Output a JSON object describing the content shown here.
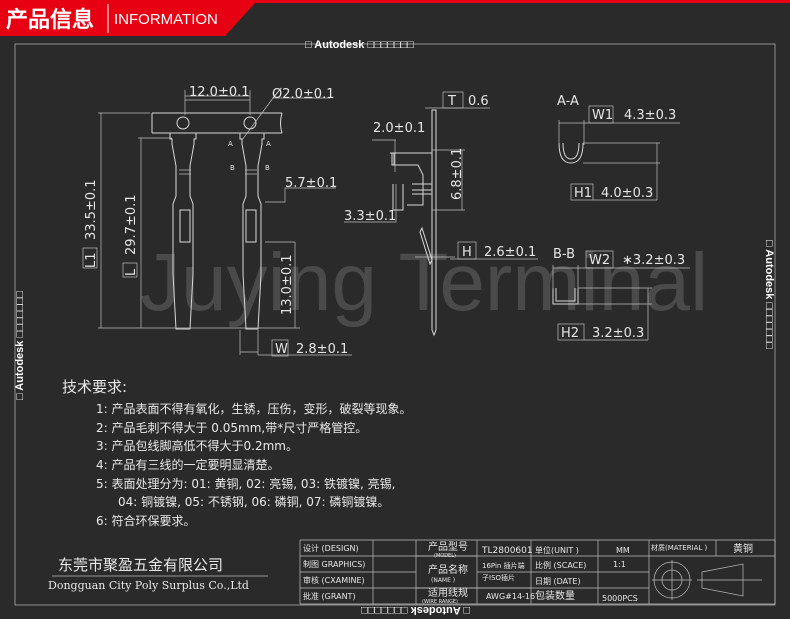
{
  "header": {
    "title_cn": "产品信息",
    "title_en": "INFORMATION",
    "accent_color": "#e60012"
  },
  "watermark": "Juying Terminal",
  "autodesk_stamp": "□ Autodesk □□□□□□□",
  "drawing": {
    "front": {
      "pitch": "12.0±0.1",
      "hole": "Ø2.0±0.1",
      "l1_tag": "L1",
      "l1": "33.5±0.1",
      "l_tag": "L",
      "l": "29.7±0.1",
      "d57": "5.7±0.1",
      "d130": "13.0±0.1",
      "w_tag": "W",
      "w": "2.8±0.1",
      "sec_a": "A",
      "sec_b": "B"
    },
    "side": {
      "t_tag": "T",
      "t": "0.6",
      "d20": "2.0±0.1",
      "d68": "6.8±0.1",
      "d33": "3.3±0.1",
      "h_tag": "H",
      "h": "2.6±0.1"
    },
    "section_aa": {
      "title": "A-A",
      "w1_tag": "W1",
      "w1": "4.3±0.3",
      "h1_tag": "H1",
      "h1": "4.0±0.3"
    },
    "section_bb": {
      "title": "B-B",
      "w2_tag": "W2",
      "w2": "∗3.2±0.3",
      "h2_tag": "H2",
      "h2": "3.2±0.3"
    }
  },
  "requirements": {
    "title": "技术要求:",
    "items": [
      "1: 产品表面不得有氧化，生锈，压伤，变形，破裂等现象。",
      "2: 产品毛刺不得大于 0.05mm,带*尺寸严格管控。",
      "3: 产品包线脚高低不得大于0.2mm。",
      "4: 产品有三线的一定要明显清楚。",
      "5: 表面处理分为: 01: 黄铜, 02: 亮锡, 03: 铁镀镍, 亮锡,",
      "04: 铜镀镍, 05: 不锈钢, 06: 磷铜, 07: 磷铜镀镍。",
      "6: 符合环保要求。"
    ]
  },
  "company": {
    "name_cn": "东莞市聚盈五金有限公司",
    "name_en": "Dongguan City Poly Surplus Co.,Ltd"
  },
  "title_block": {
    "design": "设计 (DESIGN)",
    "graphics": "制图 GRAPHICS)",
    "examine": "审核 (CXAMINE)",
    "grant": "批准 (GRANT)",
    "model_label": "产品型号",
    "model_label_en": "(MODEL)",
    "model": "TL2800601",
    "name_label": "产品名称",
    "name_label_en": "(NAME )",
    "name_1": "16Pin 插片端",
    "name_2": "子ISO插片",
    "wire_label": "适用线规",
    "wire_label_en": "(WIRE RANGE)",
    "wire": "AWG#14-16",
    "unit_label": "单位(UNIT )",
    "unit": "MM",
    "scale_label": "比例 (SCACE)",
    "scale": "1:1",
    "date_label": "日期 (DATE)",
    "date": "",
    "qty_label": "包装数量",
    "qty": "5000PCS",
    "material_label": "材质(MATERIAL )",
    "material": "黄铜"
  }
}
